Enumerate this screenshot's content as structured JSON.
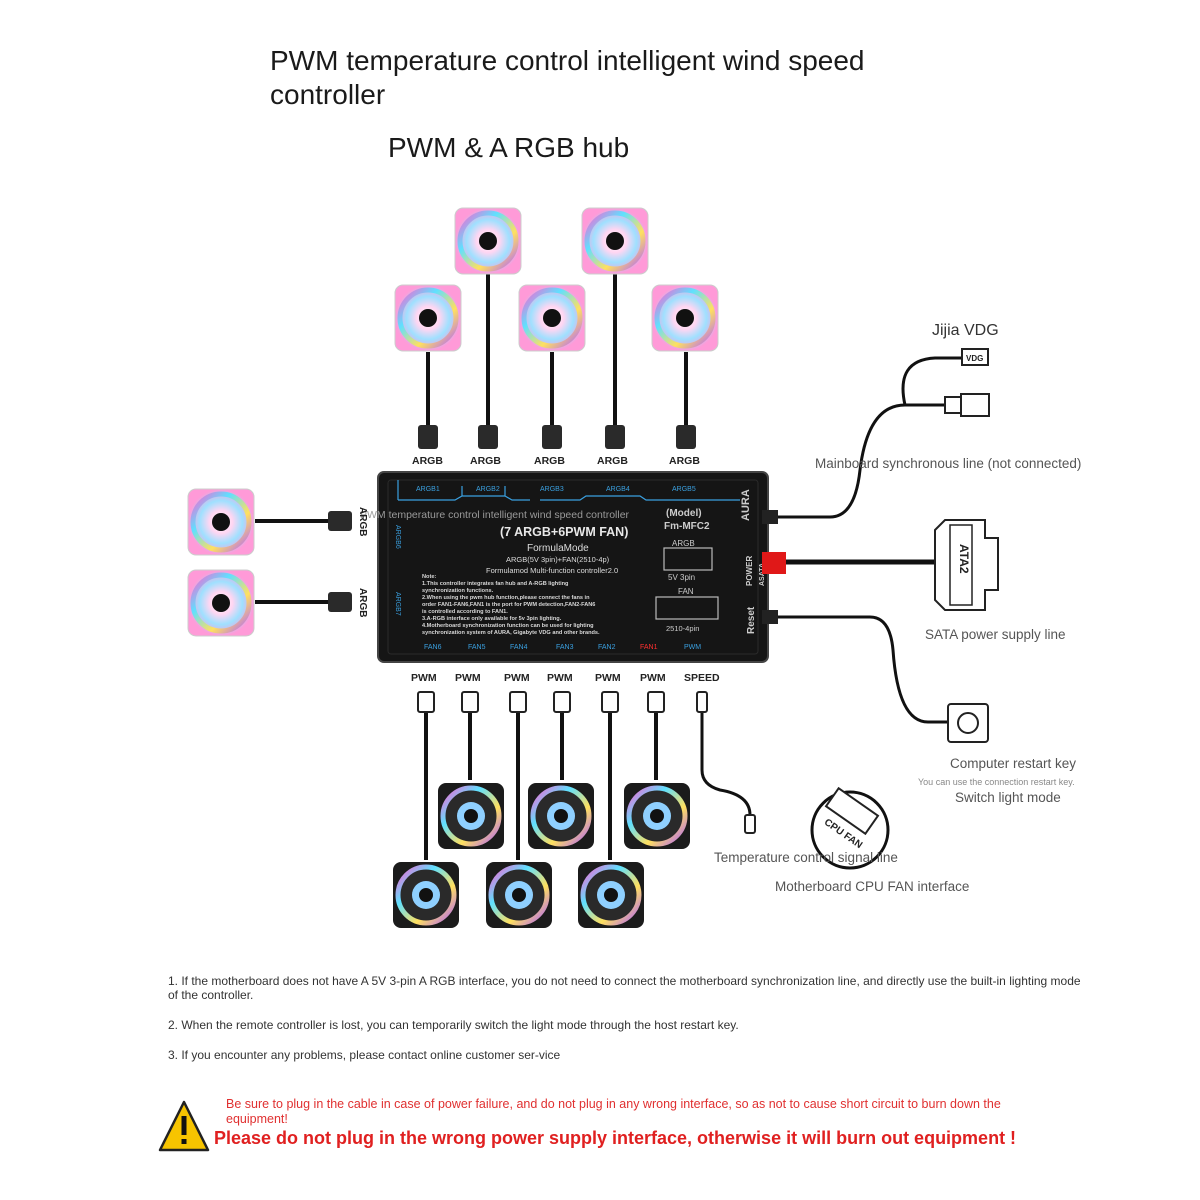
{
  "header": {
    "title": "PWM temperature control intelligent wind speed controller",
    "subtitle": "PWM & A RGB hub"
  },
  "hub": {
    "top_ports": [
      "ARGB1",
      "ARGB2",
      "ARGB3",
      "ARGB4",
      "ARGB5"
    ],
    "left_ports": [
      "ARGB6",
      "ARGB7"
    ],
    "bottom_ports": [
      "FAN6",
      "FAN5",
      "FAN4",
      "FAN3",
      "FAN2",
      "FAN1",
      "PWM"
    ],
    "line1": "PWM temperature control intelligent wind speed controller",
    "line2": "(7 ARGB+6PWM FAN)",
    "line3": "FormulaMode",
    "line4": "ARGB(5V 3pin)+FAN(2510-4p)",
    "line5": "Formulamod Multi-function controller2.0",
    "model_label": "(Model)",
    "model_value": "Fm-MFC2",
    "aura": "AURA",
    "power": "POWER",
    "asata": "ASATA",
    "reset": "Reset",
    "argb_box": "ARGB",
    "argb_box_sub": "5V 3pin",
    "fan_box": "FAN",
    "fan_box_sub": "2510-4pin",
    "notes": [
      "Note:",
      "1.This controller integrates fan hub and A-RGB lighting",
      "synchronization functions.",
      "2.When using the pwm hub function,please connect the fans in",
      "order FAN1-FAN6,FAN1 is the port for PWM detection,FAN2-FAN6",
      "is controlled according to FAN1.",
      "3.A-RGB interface only available for 5v 3pin lighting.",
      "4.Motherboard synchronization function can be used for lighting",
      "synchronization system of AURA, Gigabyte VDG and other brands."
    ]
  },
  "connector_labels": {
    "top": [
      "ARGB",
      "ARGB",
      "ARGB",
      "ARGB",
      "ARGB"
    ],
    "left": [
      "ARGB",
      "ARGB"
    ],
    "bottom": [
      "PWM",
      "PWM",
      "PWM",
      "PWM",
      "PWM",
      "PWM",
      "SPEED"
    ]
  },
  "side": {
    "vdg_title": "Jijia VDG",
    "vdg_tag": "VDG",
    "mainboard_sync": "Mainboard synchronous line (not connected)",
    "sata_tag": "ATA2",
    "sata_label": "SATA power supply line",
    "restart_key": "Computer restart key",
    "restart_note": "You can use the connection restart key.",
    "switch_mode": "Switch light mode",
    "temp_line": "Temperature control signal line",
    "cpu_fan_tag": "CPU FAN",
    "cpu_fan_label": "Motherboard CPU FAN interface"
  },
  "notes": {
    "n1": "1. If the motherboard does not have A 5V 3-pin A RGB interface, you do not need to connect the motherboard synchronization line, and directly use the built-in lighting mode of the controller.",
    "n2": "2. When the remote controller is lost, you can temporarily switch the light mode through the host restart key.",
    "n3": "3. If you encounter any problems, please contact online customer ser-vice"
  },
  "warning": {
    "line1": "Be sure to plug in the cable in case of power failure, and do not plug in any wrong interface, so as not to cause short circuit to burn down the equipment!",
    "line2": "Please do not plug in the wrong power supply interface, otherwise it will burn out equipment !"
  },
  "colors": {
    "hub": "#151515",
    "hub_text": "#e8e8e8",
    "port_blue": "#3aa0e0",
    "accent_red": "#e02020",
    "fan1_red": "#ff3030"
  }
}
